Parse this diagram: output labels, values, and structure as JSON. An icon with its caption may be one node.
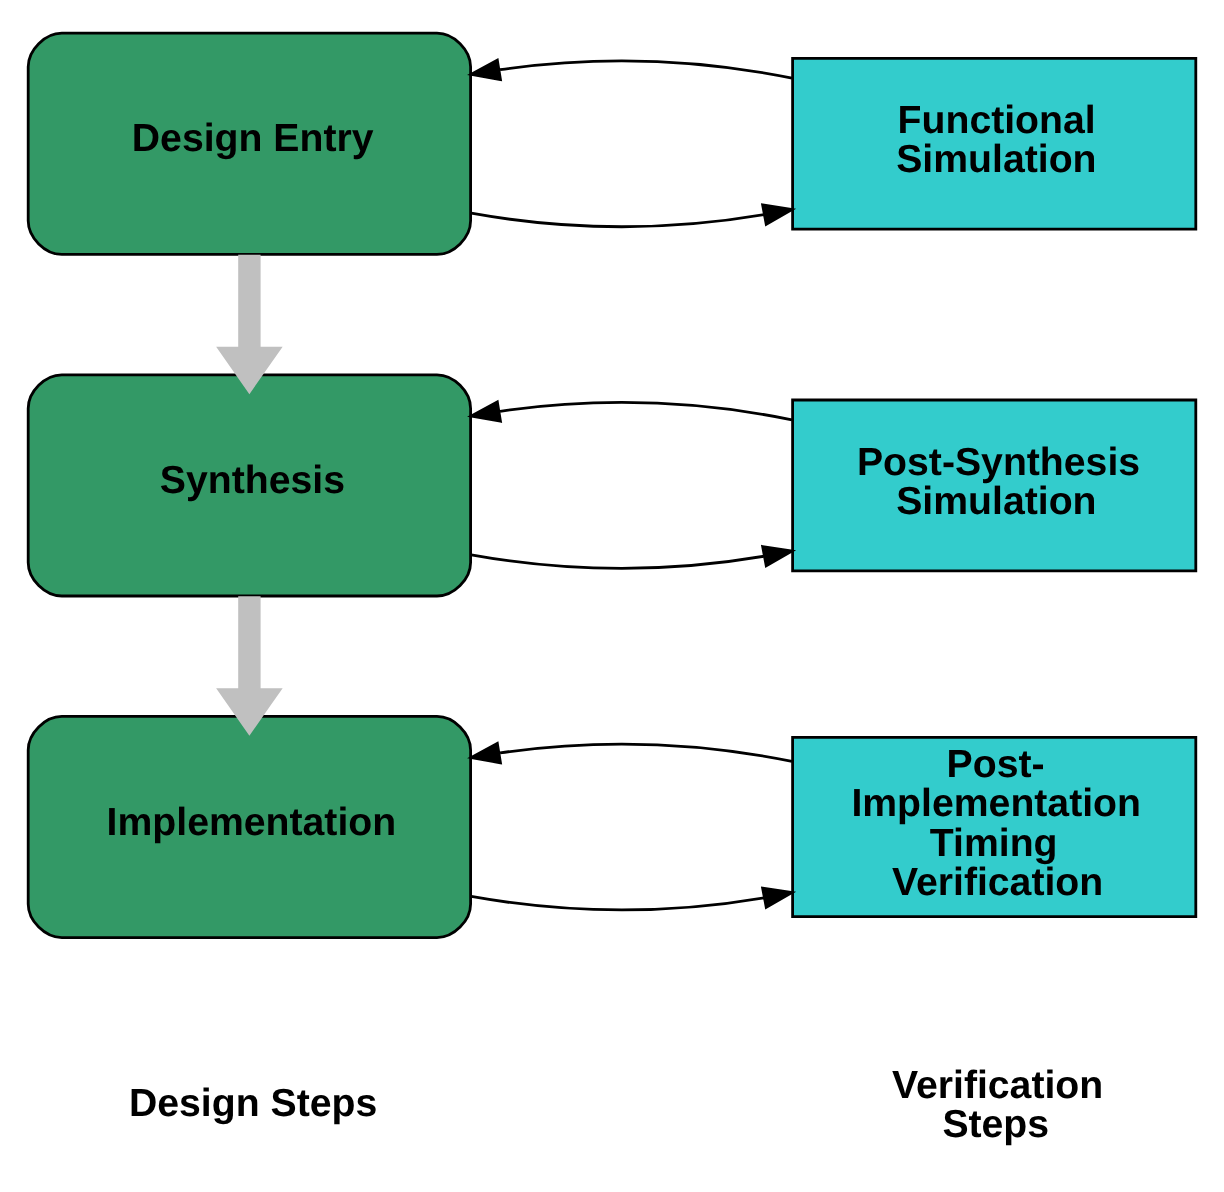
{
  "diagram": {
    "nodes": [
      {
        "text": [
          "Design Entry"
        ]
      },
      {
        "text": [
          "Synthesis"
        ]
      },
      {
        "text": [
          "Implementation"
        ]
      },
      {
        "text": [
          "Functional Simulation"
        ]
      },
      {
        "text": [
          "Post-Synthesis Simulation"
        ]
      },
      {
        "text": [
          "Post-Implementation Timing Verification"
        ]
      }
    ],
    "edges": [
      {
        "from": 0,
        "to": 3,
        "arrow": "to"
      },
      {
        "from": 3,
        "to": 0,
        "arrow": "to"
      },
      {
        "from": 0,
        "to": 1,
        "arrow": "to",
        "style": "thick",
        "color": "#c0c0c0"
      },
      {
        "from": 1,
        "to": 4,
        "arrow": "to"
      },
      {
        "from": 4,
        "to": 1,
        "arrow": "to"
      },
      {
        "from": 1,
        "to": 2,
        "arrow": "to",
        "style": "thick",
        "color": "#c0c0c0"
      },
      {
        "from": 2,
        "to": 5,
        "arrow": "to"
      },
      {
        "from": 5,
        "to": 2,
        "arrow": "to"
      }
    ],
    "labels": [
      "Design Steps",
      "Verification Steps"
    ]
  }
}
